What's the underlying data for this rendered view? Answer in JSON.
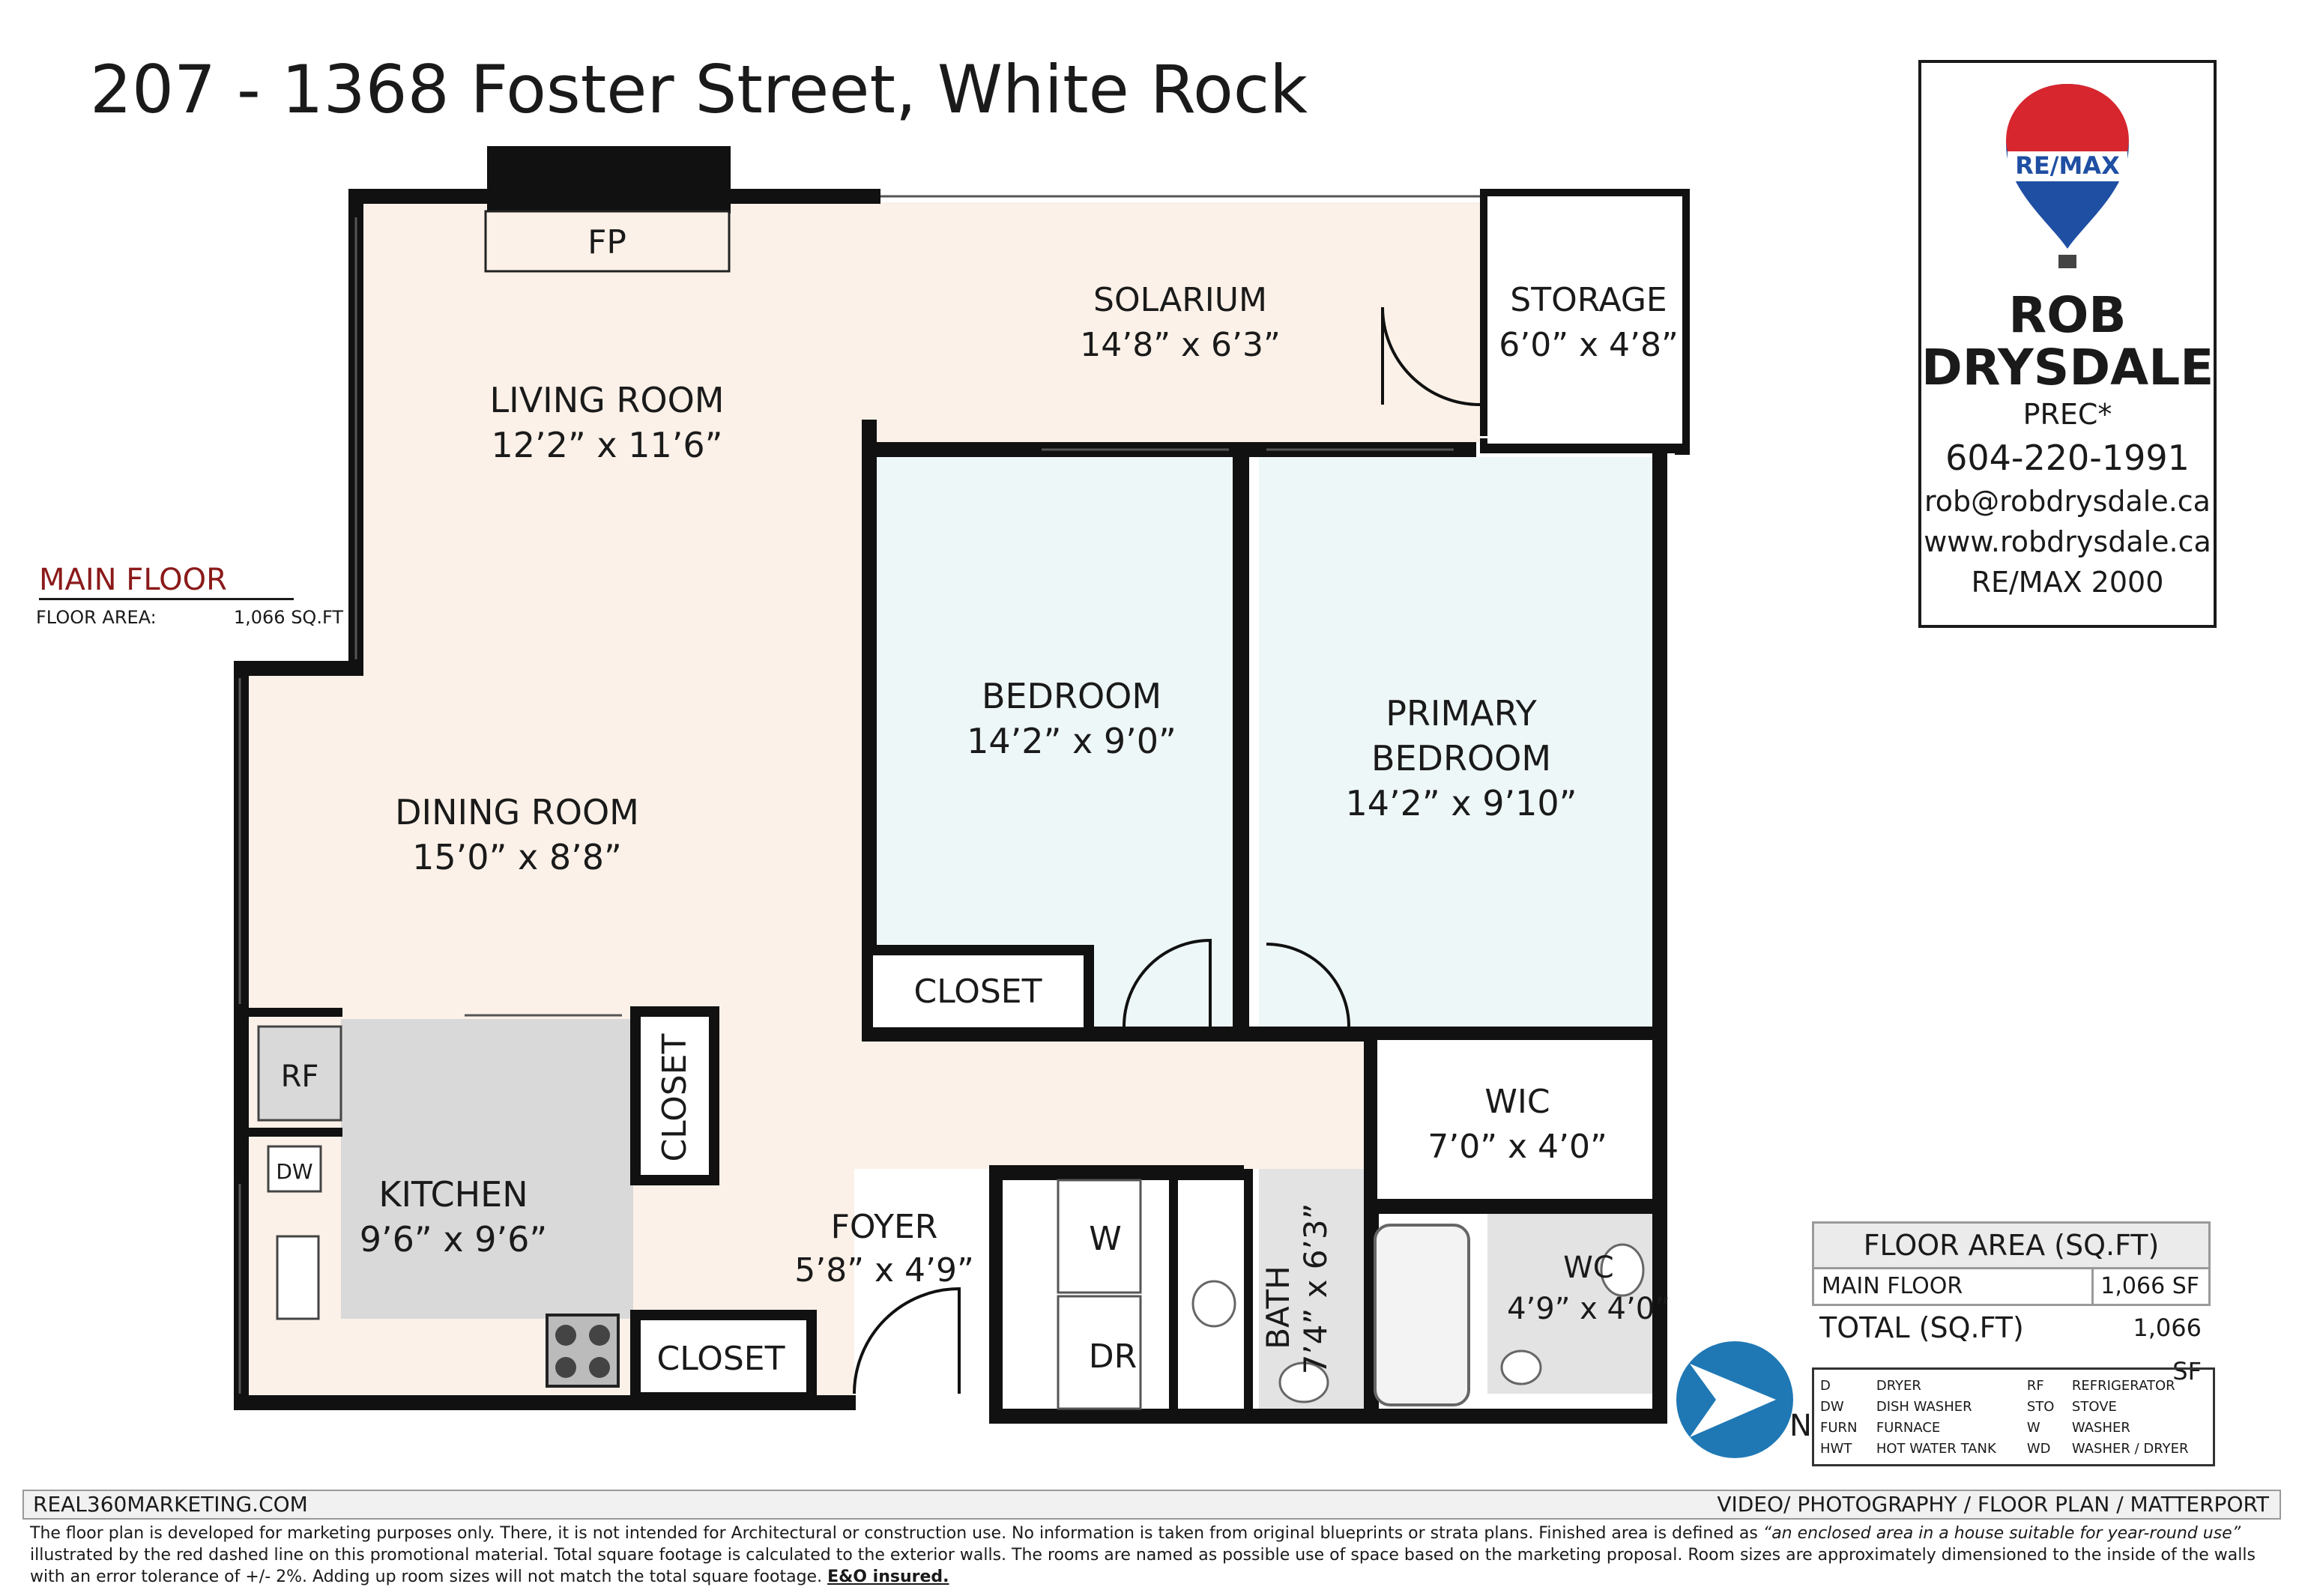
{
  "title": "207 - 1368 Foster Street, White Rock",
  "rooms": {
    "fp": "FP",
    "solarium": {
      "name": "SOLARIUM",
      "size": "14’8” x 6’3”"
    },
    "storage": {
      "name": "STORAGE",
      "size": "6’0” x 4’8”"
    },
    "living": {
      "name": "LIVING ROOM",
      "size": "12’2” x 11’6”"
    },
    "dining": {
      "name": "DINING ROOM",
      "size": "15’0” x 8’8”"
    },
    "bedroom": {
      "name": "BEDROOM",
      "size": "14’2” x 9’0”"
    },
    "primary": {
      "name1": "PRIMARY",
      "name2": "BEDROOM",
      "size": "14’2” x 9’10”"
    },
    "closet_bed": "CLOSET",
    "closet_hall": "CLOSET",
    "closet_foyer": "CLOSET",
    "wic": {
      "name": "WIC",
      "size": "7’0” x 4’0”"
    },
    "kitchen": {
      "name": "KITCHEN",
      "size": "9’6” x 9’6”"
    },
    "rf": "RF",
    "dw": "DW",
    "foyer": {
      "name": "FOYER",
      "size": "5’8” x 4’9”"
    },
    "w": "W",
    "dr": "DR",
    "bath": {
      "name": "BATH",
      "size": "7’4” x 6’3”"
    },
    "wc": {
      "name": "WC",
      "size": "4’9” x 4’0”"
    }
  },
  "main_floor": {
    "heading": "MAIN FLOOR",
    "label": "FLOOR AREA:",
    "value": "1,066 SQ.FT"
  },
  "agent": {
    "logo": "RE/MAX",
    "first": "ROB",
    "last": "DRYSDALE",
    "designation": "PREC*",
    "phone": "604-220-1991",
    "email": "rob@robdrysdale.ca",
    "web": "www.robdrysdale.ca",
    "brokerage": "RE/MAX 2000"
  },
  "area_table": {
    "heading": "FLOOR AREA (SQ.FT)",
    "rows": [
      {
        "label": "MAIN FLOOR",
        "value": "1,066 SF"
      }
    ],
    "total_label": "TOTAL (SQ.FT)",
    "total_value": "1,066 SF"
  },
  "legend": [
    [
      "D",
      "DRYER",
      "RF",
      "REFRIGERATOR"
    ],
    [
      "DW",
      "DISH WASHER",
      "STO",
      "STOVE"
    ],
    [
      "FURN",
      "FURNACE",
      "W",
      "WASHER"
    ],
    [
      "HWT",
      "HOT WATER TANK",
      "WD",
      "WASHER / DRYER"
    ]
  ],
  "north": "N",
  "footer": {
    "left": "REAL360MARKETING.COM",
    "right": "VIDEO/ PHOTOGRAPHY / FLOOR PLAN / MATTERPORT"
  },
  "disclaimer": {
    "p1": "The floor plan is developed for marketing purposes only. There, it is not intended for Architectural or construction use. No information is  taken from original blueprints or strata plans. Finished area is defined as ",
    "quote": "“an enclosed area in a house suitable for year-round use”",
    "p2": " illustrated by the red dashed line on this promotional material. Total square footage is calculated to the exterior walls. The rooms are named as possible use of space based on the marketing proposal. Room sizes are approximately dimensioned to the inside of the walls with an error tolerance of +/- 2%. Adding up room sizes will not match the total square footage. ",
    "eo": "E&O insured."
  },
  "colors": {
    "living_fill": "#fbf1e8",
    "bedroom_fill": "#eef7f8",
    "kitchen_fill": "#d9d9d9",
    "wall": "#111111",
    "north_badge": "#1f78b4",
    "mainfloor_heading": "#8b1a1a"
  }
}
